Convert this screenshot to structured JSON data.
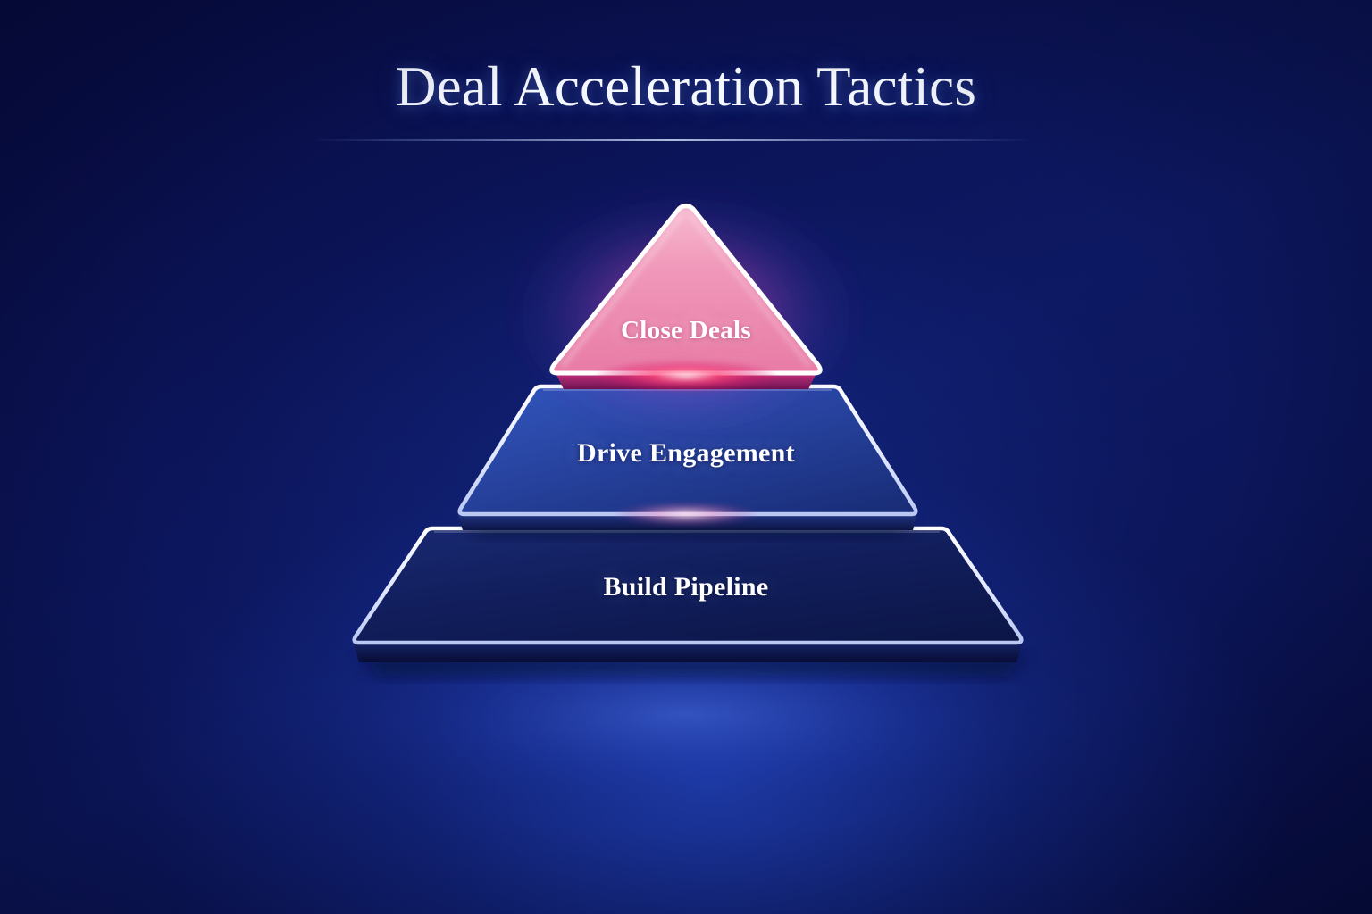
{
  "header": {
    "title": "Deal Acceleration Tactics",
    "divider": "title-divider"
  },
  "diagram": {
    "type": "pyramid",
    "orientation": "apex-top",
    "level_count": 3,
    "levels": [
      {
        "rank": 1,
        "position": "top",
        "shape": "triangle",
        "label": "Close Deals",
        "fill_color": "#ef8cb2",
        "fill_color_bottom": "#e87ba4",
        "border_color": "#ffffff",
        "glow_color": "#ff2f82",
        "text_color": "#ffffff"
      },
      {
        "rank": 2,
        "position": "middle",
        "shape": "trapezoid",
        "label": "Drive Engagement",
        "fill_color": "#2a49a8",
        "fill_color_bottom": "#1b327f",
        "border_color": "#cdd8f7",
        "glow_color": "#ff9ccb",
        "text_color": "#ffffff"
      },
      {
        "rank": 3,
        "position": "bottom",
        "shape": "trapezoid",
        "label": "Build Pipeline",
        "fill_color": "#13226b",
        "fill_color_bottom": "#0d1a55",
        "border_color": "#cdd8f7",
        "glow_color": "#8fa8f0",
        "text_color": "#ffffff"
      }
    ]
  },
  "theme": {
    "background_top": "#070c44",
    "background_mid": "#0d1861",
    "background_bottom": "#070d42",
    "accent_pink": "#ef8cb2",
    "accent_crimson": "#ff2f82",
    "accent_blue": "#2a49a8",
    "border_light": "#cdd8f7",
    "text_primary": "#ffffff"
  }
}
